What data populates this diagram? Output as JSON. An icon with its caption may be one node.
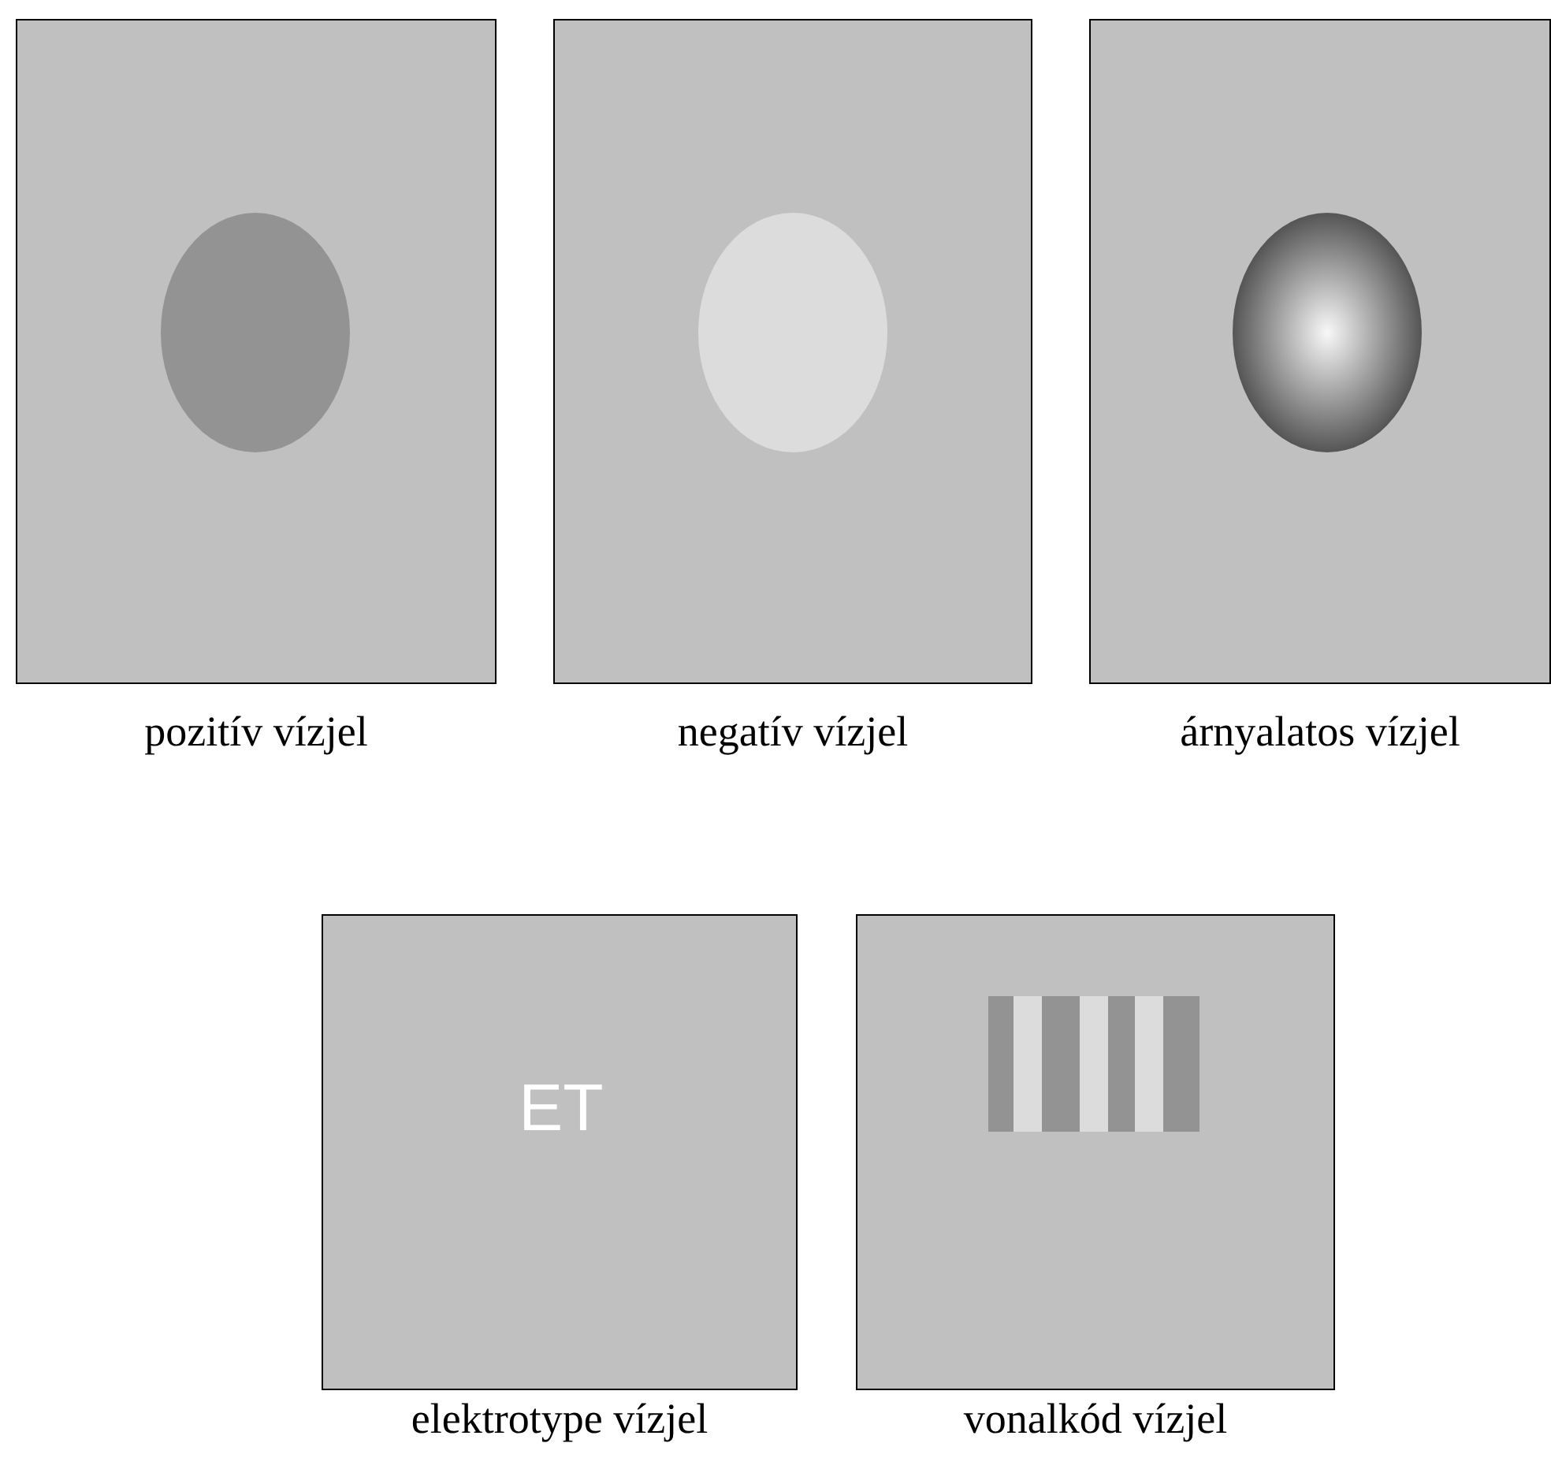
{
  "diagram": {
    "nodes": [
      {
        "text": [],
        "shape": "box",
        "beside": [
          "pozitív vízjel"
        ]
      },
      {
        "text": [],
        "shape": "circle",
        "in": 0
      },
      {
        "text": [],
        "shape": "box",
        "beside": [
          "negatív vízjel"
        ]
      },
      {
        "text": [],
        "shape": "circle",
        "in": 2
      },
      {
        "text": [],
        "shape": "box",
        "beside": [
          "árnyalatos vízjel"
        ]
      },
      {
        "text": [],
        "shape": "circle",
        "in": 4
      },
      {
        "text": [
          "ET"
        ],
        "beside": [
          "elektrotype vízjel"
        ]
      },
      {
        "text": [],
        "shape": "box",
        "beside": [
          "vonalkód vízjel"
        ]
      }
    ]
  }
}
